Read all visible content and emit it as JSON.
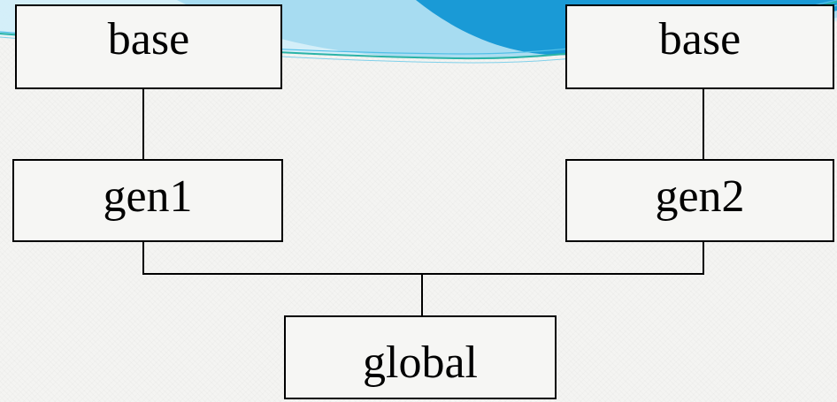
{
  "diagram": {
    "nodes": {
      "base_left": "base",
      "base_right": "base",
      "gen1": "gen1",
      "gen2": "gen2",
      "global": "global"
    },
    "edges": [
      [
        "base_left",
        "gen1"
      ],
      [
        "base_right",
        "gen2"
      ],
      [
        "gen1",
        "global"
      ],
      [
        "gen2",
        "global"
      ]
    ]
  },
  "theme": {
    "banner_accent": "#1a9ad6",
    "banner_light": "#bfe6f7",
    "banner_line": "#2ab3a7",
    "stroke": "#000000"
  }
}
